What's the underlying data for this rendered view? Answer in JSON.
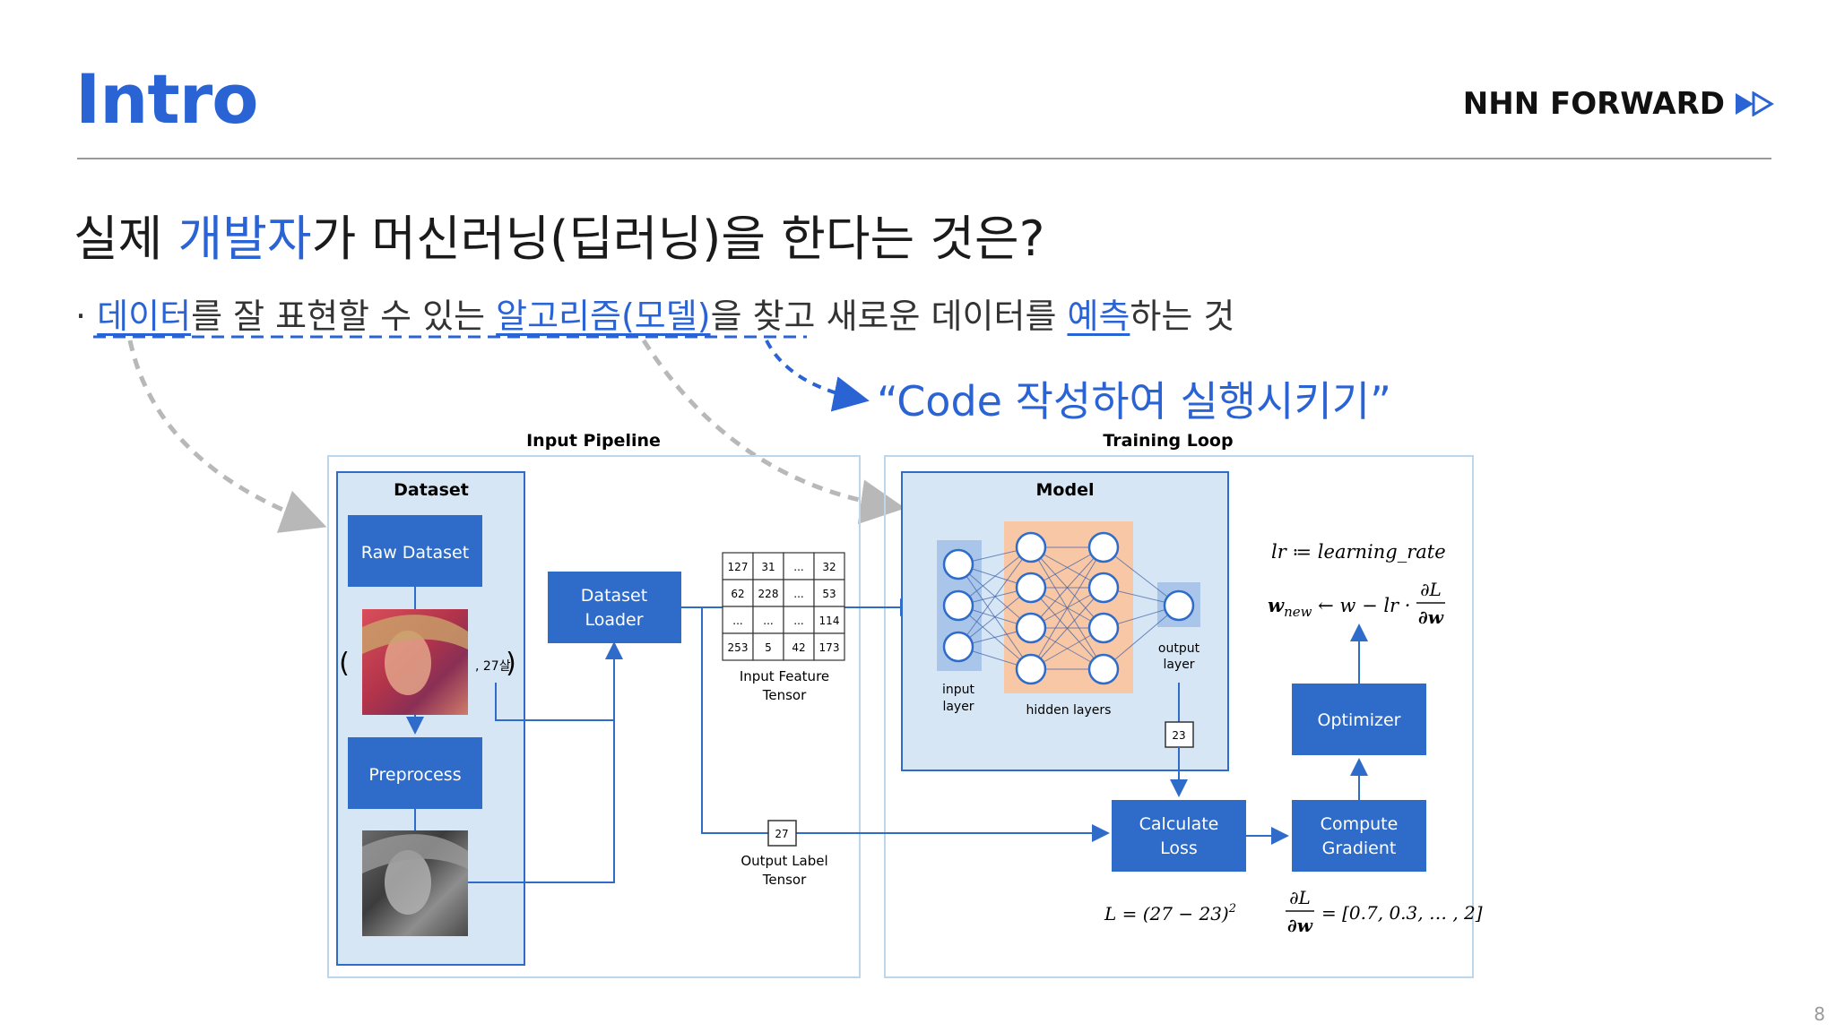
{
  "slide": {
    "title": "Intro",
    "brand": "NHN FORWARD",
    "page_number": "8",
    "headline_pre": "실제 ",
    "headline_highlight": "개발자",
    "headline_post": "가 머신러닝(딥러닝)을 한다는 것은?",
    "bullet": {
      "prefix": "· ",
      "data_word": "데이터",
      "part1": "를 잘 표현할 수 있는 ",
      "algo_word": "알고리즘(모델)",
      "part2": "을 찾고 새로운 데이터를 ",
      "predict_word": "예측",
      "part3": "하는 것"
    },
    "code_quote": "“Code 작성하여 실행시키기”"
  },
  "diagram": {
    "input_pipeline_title": "Input Pipeline",
    "training_loop_title": "Training Loop",
    "dataset_title": "Dataset",
    "raw_dataset": "Raw Dataset",
    "preprocess": "Preprocess",
    "age_label": ", 27살",
    "open_paren": "(",
    "close_paren": ")",
    "loader_line1": "Dataset",
    "loader_line2": "Loader",
    "feature_tensor": {
      "rows": [
        [
          "127",
          "31",
          "...",
          "32"
        ],
        [
          "62",
          "228",
          "...",
          "53"
        ],
        [
          "...",
          "...",
          "...",
          "114"
        ],
        [
          "253",
          "5",
          "42",
          "173"
        ]
      ],
      "label_line1": "Input Feature",
      "label_line2": "Tensor"
    },
    "output_label_value": "27",
    "output_label_line1": "Output Label",
    "output_label_line2": "Tensor",
    "model_title": "Model",
    "input_layer_line1": "input",
    "input_layer_line2": "layer",
    "hidden_layers": "hidden layers",
    "output_layer_line1": "output",
    "output_layer_line2": "layer",
    "prediction_value": "23",
    "calc_loss_line1": "Calculate",
    "calc_loss_line2": "Loss",
    "compute_grad_line1": "Compute",
    "compute_grad_line2": "Gradient",
    "optimizer": "Optimizer",
    "lr_def": "lr ≔ learning_rate",
    "update_lhs": "w",
    "update_sub": "new",
    "update_mid": " ← w − lr ·",
    "grad_num": "∂L",
    "grad_den": "∂w",
    "loss_formula": "L = (27 − 23)",
    "loss_exp": "2",
    "grad_value": "= [0.7, 0.3, … , 2]"
  },
  "colors": {
    "accent_blue": "#2a63d4",
    "box_blue": "#2f6cc9",
    "panel_light": "#d6e6f5",
    "hidden_orange": "#f8c7a5",
    "arrow_gray": "#b8b8b8"
  }
}
